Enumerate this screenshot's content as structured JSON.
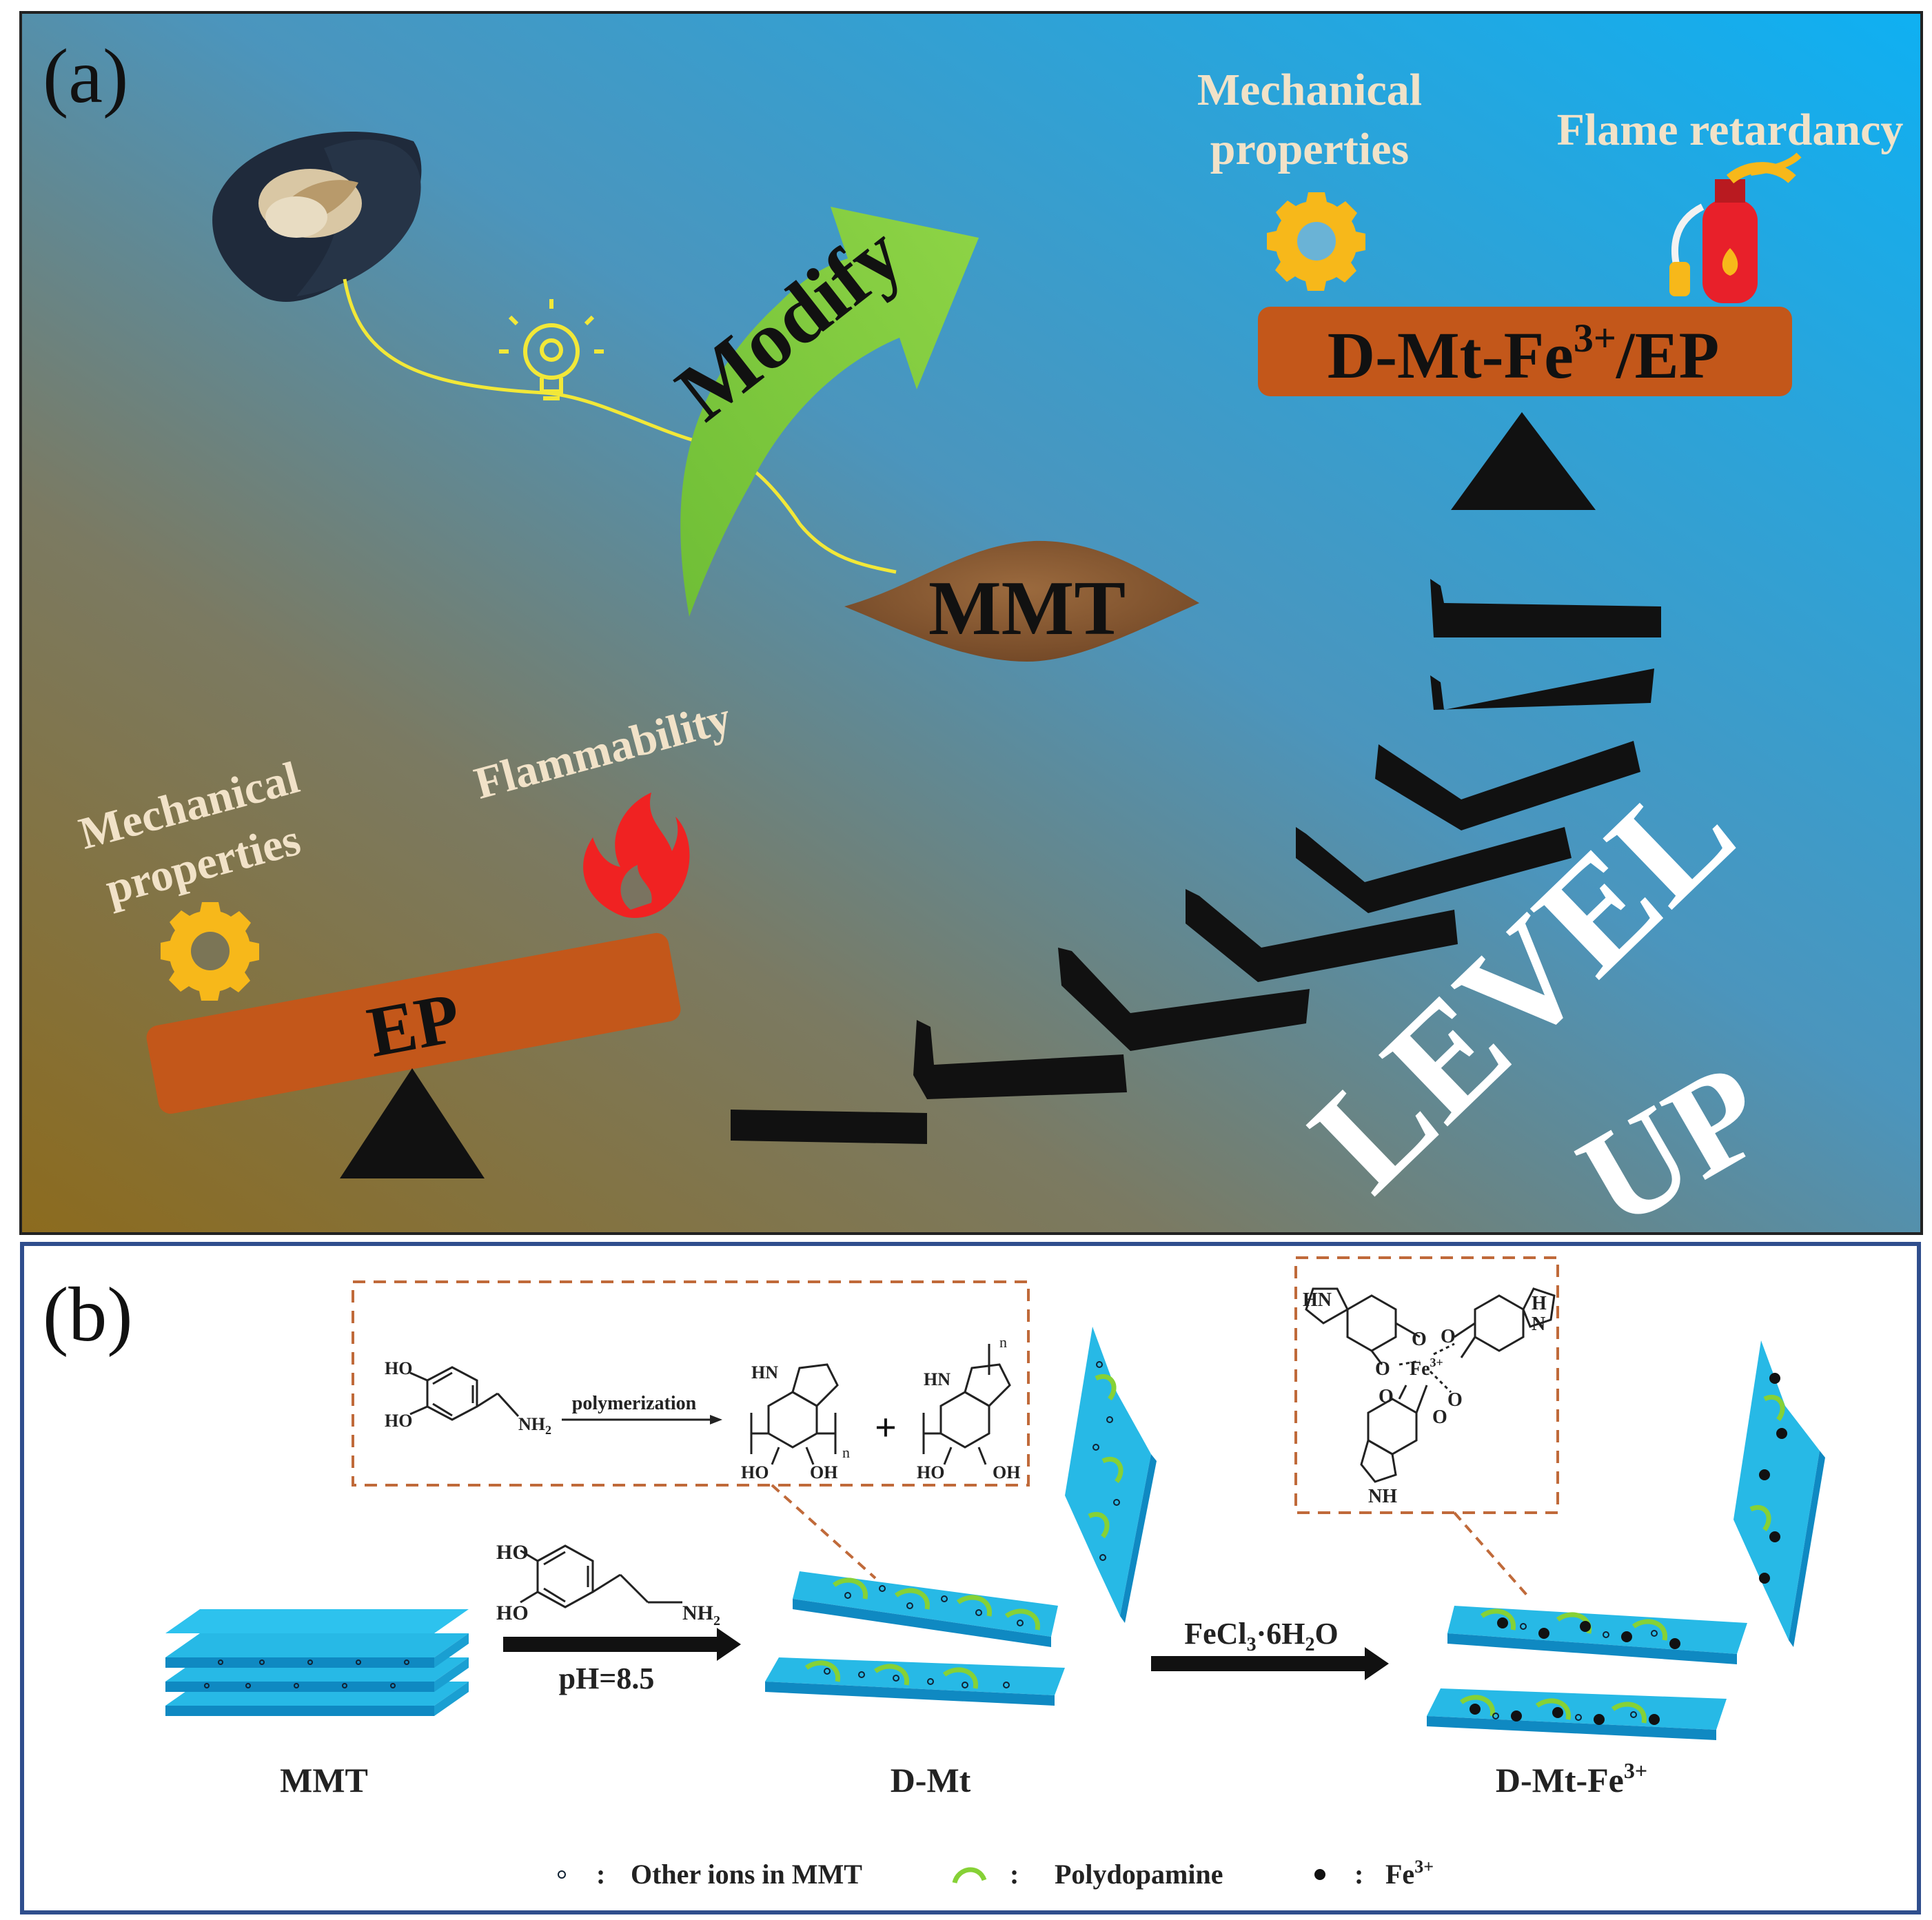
{
  "panel_a": {
    "label": "(a)",
    "top_mechanical_line1": "Mechanical",
    "top_mechanical_line2": "properties",
    "flame_retardancy": "Flame retardancy",
    "product_label_main": "D-Mt-Fe",
    "product_label_sup": "3+",
    "product_label_tail": "/EP",
    "modify_label": "Modify",
    "mmt_label": "MMT",
    "bottom_mechanical_line1": "Mechanical",
    "bottom_mechanical_line2": "properties",
    "flammability": "Flammability",
    "ep_label": "EP",
    "level_word": "LEVEL",
    "up_word": "UP"
  },
  "panel_b": {
    "label": "(b)",
    "scheme1": {
      "ho_top": "HO",
      "ho_bottom": "HO",
      "nh2": "NH",
      "nh2_sub": "2",
      "arrow_label": "polymerization",
      "hn_1": "HN",
      "ho_1": "HO",
      "oh_1": "OH",
      "n_1": "n",
      "plus": "+",
      "hn_2": "HN",
      "ho_2": "HO",
      "oh_2": "OH",
      "n_2": "n"
    },
    "scheme2": {
      "hn_left": "HN",
      "h_right": "H",
      "n_right": "N",
      "o1": "O",
      "o2": "O",
      "o3": "O",
      "o4": "O",
      "o5": "O",
      "o6": "O",
      "fe": "Fe",
      "fe_sup": "3+",
      "nh_bottom": "NH"
    },
    "dopamine": {
      "ho_top": "HO",
      "ho_bottom": "HO",
      "nh2": "NH",
      "nh2_sub": "2"
    },
    "step1_condition": "pH=8.5",
    "step2_reagent_a": "FeCl",
    "step2_reagent_sub1": "3",
    "step2_reagent_b": "·6H",
    "step2_reagent_sub2": "2",
    "step2_reagent_c": "O",
    "label_mmt": "MMT",
    "label_dmt": "D-Mt",
    "label_dmtfe": "D-Mt-Fe",
    "label_dmtfe_sup": "3+",
    "legend": {
      "item1": "Other ions in MMT",
      "item2": "Polydopamine",
      "item3": "Fe",
      "item3_sup": "3+",
      "colon": ":"
    }
  },
  "colors": {
    "bg_a_dark": "#8a6a22",
    "bg_a_blue": "#1aa7ee",
    "plank": "#c3571a",
    "gear": "#f7b81a",
    "arrow": "#7cc83a",
    "mmt_pile": "#8a5a34",
    "label_cream": "#f1e2c8",
    "clay_blue": "#27b9e6",
    "clay_side": "#0f89c2",
    "polydopamine": "#86d136",
    "dash_orange": "#c06a3a",
    "frame_b": "#2f4e8d"
  }
}
